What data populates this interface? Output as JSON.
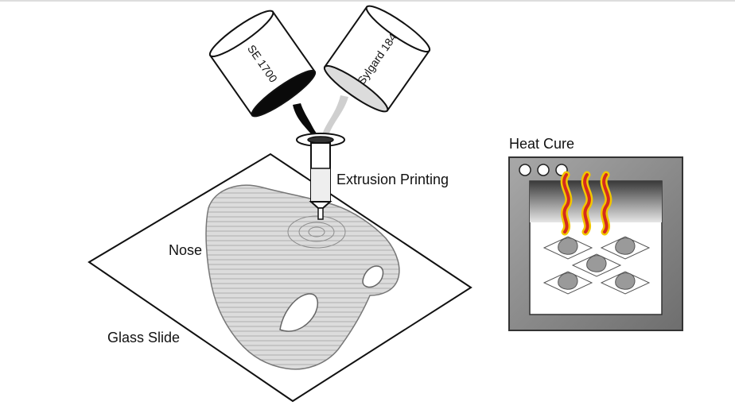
{
  "labels": {
    "can_left": "SE 1700",
    "can_right": "Sylgard 184",
    "extrusion": "Extrusion Printing",
    "nose": "Nose",
    "glass_slide": "Glass Slide",
    "heat_cure": "Heat Cure"
  },
  "colors": {
    "ink_black": "#111111",
    "silicone_dark": "#0a0a0a",
    "silicone_light": "#cfcfcf",
    "oven_body": "#8a8a8a",
    "heat_red": "#d42a1e",
    "heat_yellow": "#f2c600"
  },
  "icons": {
    "oven_knobs": "circle-knob-icon",
    "heat_waves": "heat-wave-icon"
  }
}
